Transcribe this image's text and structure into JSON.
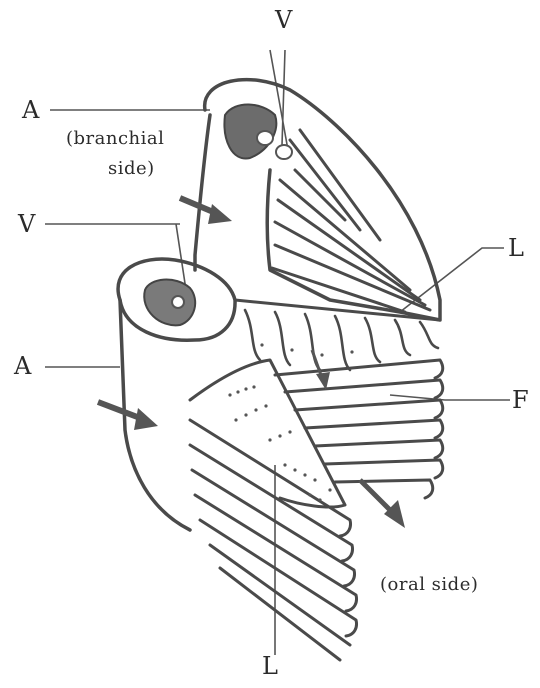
{
  "labels": {
    "v_top": "V",
    "a_top": "A",
    "branchial_1": "(branchial",
    "branchial_2": "side)",
    "v_left": "V",
    "l_right": "L",
    "a_left": "A",
    "f_right": "F",
    "oral": "(oral side)",
    "l_bottom": "L"
  }
}
